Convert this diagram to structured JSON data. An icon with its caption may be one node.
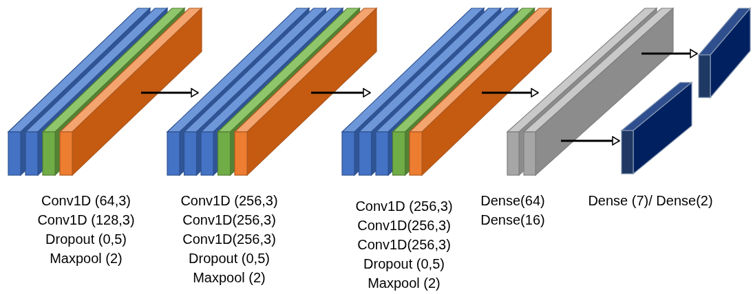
{
  "diagram": {
    "nodes": [
      {
        "text": [
          "Conv1D (64,3)",
          "Conv1D (128,3)",
          "Dropout (0,5)",
          "Maxpool (2)"
        ]
      },
      {
        "text": [
          "Conv1D (256,3)",
          "Conv1D(256,3)",
          "Conv1D(256,3)",
          "Dropout (0,5)",
          "Maxpool (2)"
        ]
      },
      {
        "text": [
          "Conv1D (256,3)",
          "Conv1D(256,3)",
          "Conv1D(256,3)",
          "Dropout (0,5)",
          "Maxpool (2)"
        ]
      },
      {
        "text": [
          "Dense(64)",
          "Dense(16)"
        ]
      },
      {
        "text": [],
        "shape": "box"
      },
      {
        "text": [
          "Dense (7)/ Dense(2)"
        ]
      }
    ],
    "edges": [
      {
        "from": 0,
        "to": 1,
        "arrow": "to"
      },
      {
        "from": 1,
        "to": 2,
        "arrow": "to"
      },
      {
        "from": 2,
        "to": 3,
        "arrow": "to"
      },
      {
        "from": 3,
        "to": 4,
        "arrow": "to"
      },
      {
        "from": 3,
        "to": 5,
        "arrow": "to"
      }
    ]
  }
}
